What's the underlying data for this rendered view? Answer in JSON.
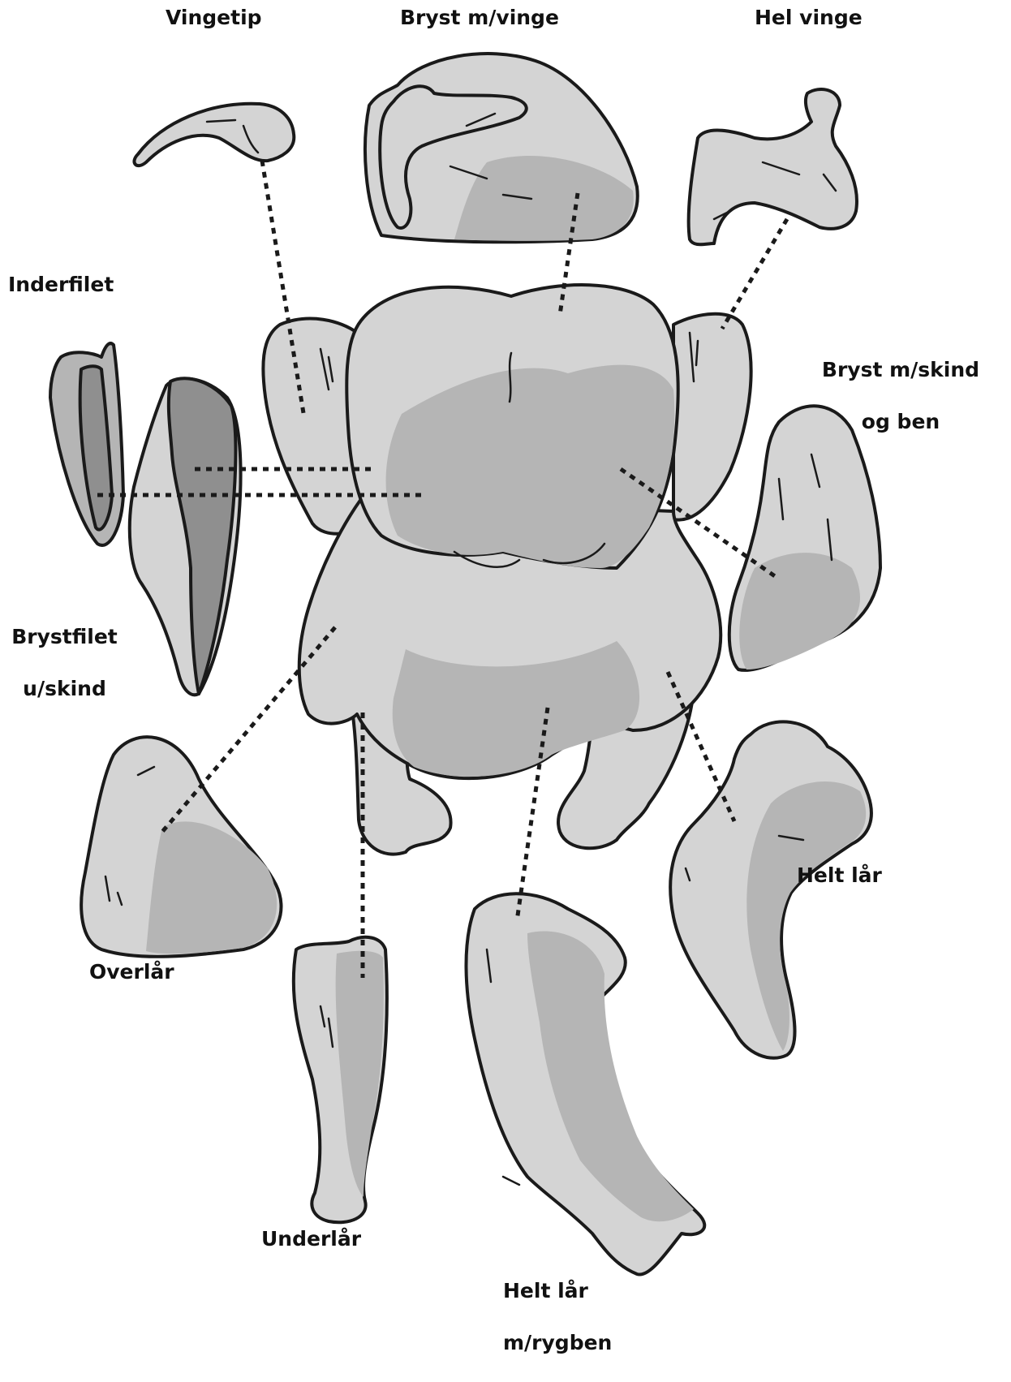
{
  "labels": {
    "vingetip": "Vingetip",
    "bryst_m_vinge": "Bryst m/vinge",
    "hel_vinge": "Hel vinge",
    "inderfilet": "Inderfilet",
    "bryst_m_skind_line1": "Bryst m/skind",
    "bryst_m_skind_line2": "og ben",
    "brystfilet_line1": "Brystfilet",
    "brystfilet_line2": "u/skind",
    "overlaar": "Overlår",
    "helt_laar": "Helt lår",
    "underlaar": "Underlår",
    "helt_laar_rygben_line1": "Helt lår",
    "helt_laar_rygben_line2": "m/rygben"
  },
  "colors": {
    "outline": "#1a1a1a",
    "meat_light": "#d4d4d4",
    "meat_mid": "#b5b5b5",
    "meat_dark": "#8f8f8f"
  }
}
